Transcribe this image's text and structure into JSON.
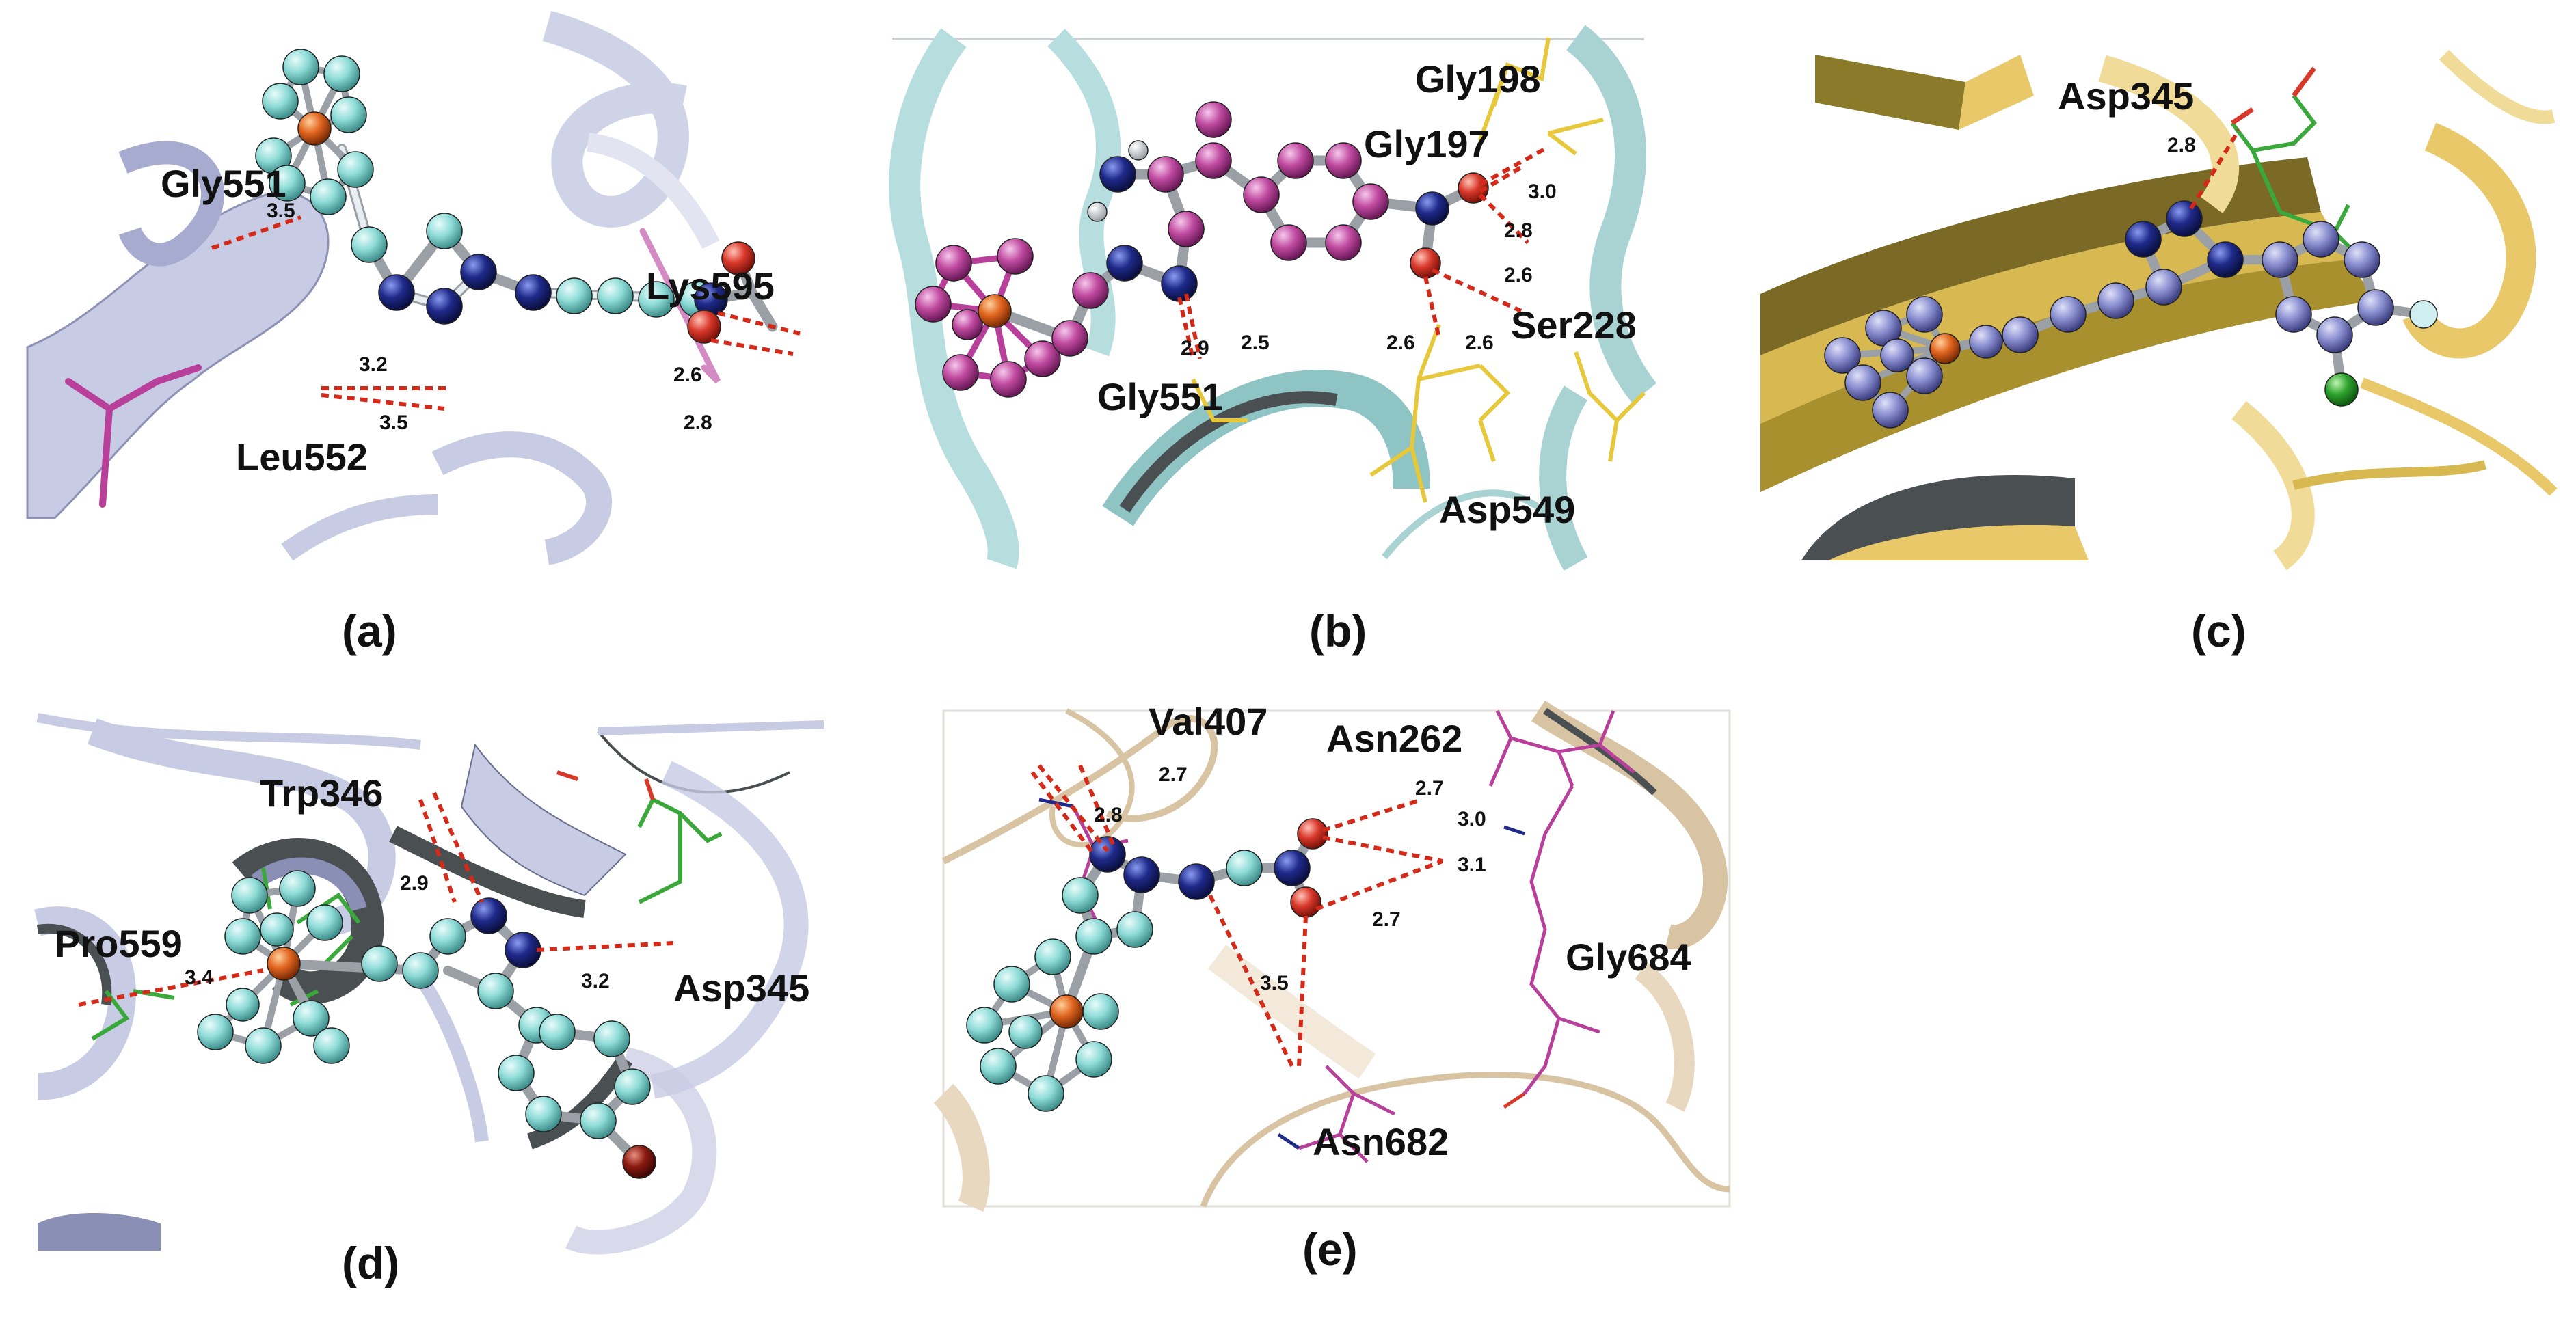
{
  "figure": {
    "panels": [
      {
        "id": "a",
        "caption": "(a)",
        "residues": [
          "Gly551",
          "Lys595",
          "Leu552"
        ],
        "distances": [
          "3.5",
          "3.2",
          "3.5",
          "2.6",
          "2.8"
        ]
      },
      {
        "id": "b",
        "caption": "(b)",
        "residues": [
          "Gly198",
          "Gly197",
          "Ser228",
          "Gly551",
          "Asp549"
        ],
        "distances": [
          "3.0",
          "2.8",
          "2.6",
          "2.9",
          "2.5",
          "2.6",
          "2.6"
        ]
      },
      {
        "id": "c",
        "caption": "(c)",
        "residues": [
          "Asp345"
        ],
        "distances": [
          "2.8"
        ]
      },
      {
        "id": "d",
        "caption": "(d)",
        "residues": [
          "Trp346",
          "Pro559",
          "Asp345"
        ],
        "distances": [
          "2.9",
          "3.4",
          "3.2"
        ]
      },
      {
        "id": "e",
        "caption": "(e)",
        "residues": [
          "Val407",
          "Asn262",
          "Gly684",
          "Asn682"
        ],
        "distances": [
          "2.7",
          "2.8",
          "2.7",
          "3.0",
          "3.1",
          "2.7",
          "3.5"
        ]
      }
    ]
  },
  "colors": {
    "hbond": "#d42a1a",
    "iron": "#e0641e",
    "nitrogen": "#1f2a8a",
    "oxygen": "#d8382a",
    "carbon_a": "#8fdcd8",
    "carbon_b": "#b8409a",
    "carbon_c": "#7a7fc0",
    "chlorine": "#2fa32f",
    "bromine": "#8b1a10",
    "ribbon_a": "#c7cbe3",
    "ribbon_b": "#b6dede",
    "ribbon_c": "#e8c868",
    "ribbon_e": "#d8c3a3"
  }
}
